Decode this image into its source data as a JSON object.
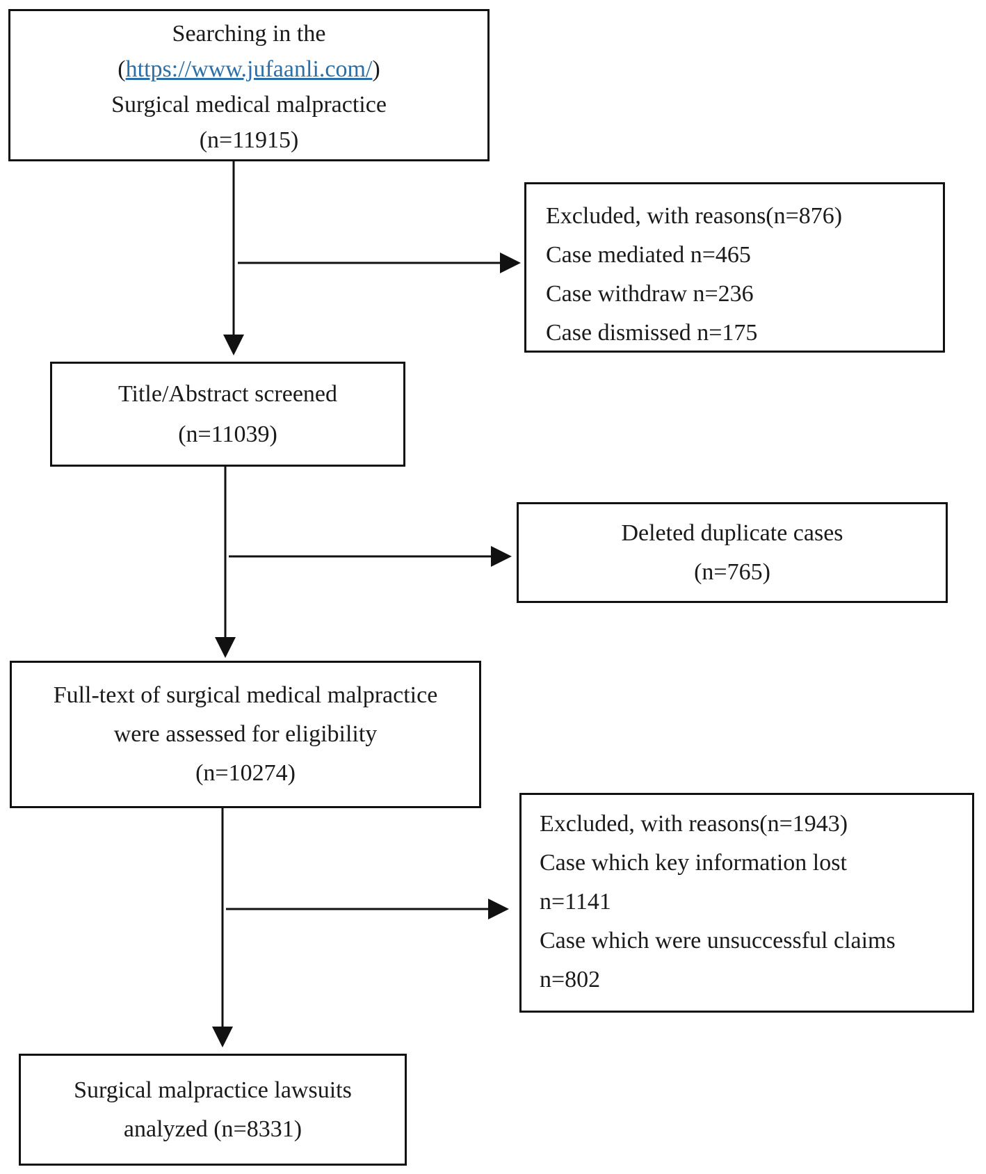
{
  "boxes": {
    "search": {
      "line1": "Searching in the",
      "open_paren": "(",
      "url": "https://www.jufaanli.com/",
      "close_paren": ")",
      "line3": "Surgical medical malpractice",
      "count": "(n=11915)"
    },
    "excluded_1": {
      "title": "Excluded, with reasons(n=876)",
      "reasons": [
        "Case mediated n=465",
        "Case withdraw n=236",
        "Case dismissed n=175"
      ]
    },
    "screened": {
      "line1": "Title/Abstract screened",
      "count": "(n=11039)"
    },
    "duplicates": {
      "line1": "Deleted duplicate cases",
      "count": "(n=765)"
    },
    "fulltext": {
      "line1": "Full-text of surgical medical malpractice",
      "line2": "were assessed for eligibility",
      "count": "(n=10274)"
    },
    "excluded_2": {
      "title": "Excluded, with reasons(n=1943)",
      "reasons": [
        "Case which key information lost",
        "n=1141",
        "Case which were unsuccessful claims",
        "n=802"
      ]
    },
    "analyzed": {
      "line1": "Surgical malpractice lawsuits",
      "line2": "analyzed (n=8331)"
    }
  },
  "colors": {
    "line": "#111111",
    "link": "#2b6fa8",
    "text": "#1a1a1a"
  }
}
